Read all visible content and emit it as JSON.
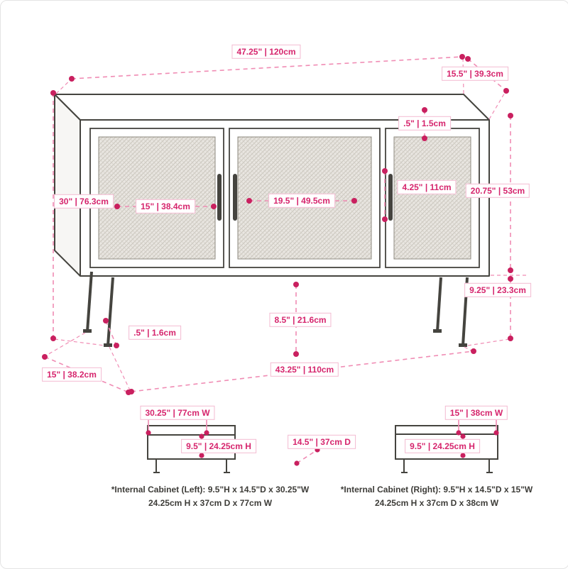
{
  "title": "3-door sideboard dimension diagram",
  "colors": {
    "ink": "#45443f",
    "accent-line": "#f08cb4",
    "accent-dot": "#c9205f",
    "accent-text": "#d6256d",
    "accent-border": "#f3bad1"
  },
  "dimensions": {
    "top_width": "47.25\" | 120cm",
    "top_depth": "15.5\" | 39.3cm",
    "frame_thickness": ".5\" | 1.5cm",
    "height": "30\" | 76.3cm",
    "left_door_width": "15\" | 38.4cm",
    "middle_door_width": "19.5\" | 49.5cm",
    "handle_length": "4.25\" | 11cm",
    "door_height": "20.75\" | 53cm",
    "leg_height": "9.25\" | 23.3cm",
    "floor_clearance": "8.5\" | 21.6cm",
    "leg_thickness": ".5\" | 1.6cm",
    "base_depth": "15\" | 38.2cm",
    "base_width": "43.25\" | 110cm"
  },
  "internal_left": {
    "width": "30.25\" | 77cm W",
    "height": "9.5\" | 24.25cm H",
    "depth": "14.5\" | 37cm D",
    "caption_line1": "*Internal Cabinet (Left): 9.5\"H x 14.5\"D x 30.25\"W",
    "caption_line2": "24.25cm H x 37cm D x 77cm W"
  },
  "internal_right": {
    "width": "15\" | 38cm W",
    "height": "9.5\" | 24.25cm H",
    "caption_line1": "*Internal Cabinet (Right): 9.5\"H x 14.5\"D x 15\"W",
    "caption_line2": "24.25cm H x 37cm D x 38cm W"
  }
}
